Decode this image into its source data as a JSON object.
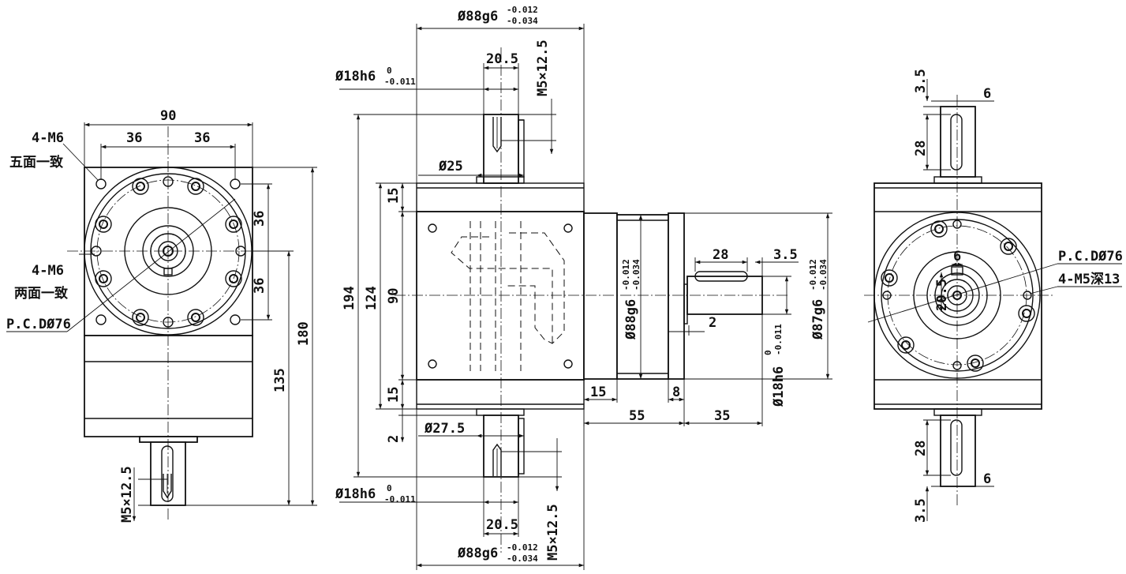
{
  "drawing": {
    "left_view": {
      "dim_width": "90",
      "dim_half_left": "36",
      "dim_half_right": "36",
      "dim_side_top": "36",
      "dim_side_bottom": "36",
      "dim_height_total": "180",
      "dim_height_body": "135",
      "label_holes_top": "4-M6",
      "label_holes_top_note": "五面一致",
      "label_holes_side": "4-M6",
      "label_holes_side_note": "两面一致",
      "label_pcd": "P.C.DØ76",
      "label_shaft_thread": "M5×12.5"
    },
    "center_view": {
      "dim_top_dia": "Ø88g6",
      "dim_top_dia_tol_upper": "-0.012",
      "dim_top_dia_tol_lower": "-0.034",
      "dim_top_key": "20.5",
      "dim_top_thread": "M5×12.5",
      "dim_top_shaft": "Ø18h6",
      "dim_top_shaft_tol_upper": "0",
      "dim_top_shaft_tol_lower": "-0.011",
      "dim_top_boss": "Ø25",
      "dim_left_15_top": "15",
      "dim_left_194": "194",
      "dim_left_124": "124",
      "dim_left_90": "90",
      "dim_left_15_bottom": "15",
      "dim_left_2": "2",
      "dim_bottom_boss": "Ø27.5",
      "dim_bottom_shaft": "Ø18h6",
      "dim_bottom_shaft_tol_upper": "0",
      "dim_bottom_shaft_tol_lower": "-0.011",
      "dim_bottom_key": "20.5",
      "dim_bottom_dia": "Ø88g6",
      "dim_bottom_dia_tol_upper": "-0.012",
      "dim_bottom_dia_tol_lower": "-0.034",
      "dim_bottom_thread": "M5×12.5",
      "dim_flange_dia": "Ø88g6",
      "dim_flange_dia_tol_upper": "-0.012",
      "dim_flange_dia_tol_lower": "-0.034",
      "dim_key_len": "28",
      "dim_key_off": "3.5",
      "dim_shoulder": "2",
      "dim_pilot_dia": "Ø87g6",
      "dim_pilot_tol_upper": "-0.012",
      "dim_pilot_tol_lower": "-0.034",
      "dim_out_shaft": "Ø18h6",
      "dim_out_shaft_tol_upper": "0",
      "dim_out_shaft_tol_lower": "-0.011",
      "dim_15": "15",
      "dim_8": "8",
      "dim_55": "55",
      "dim_35": "35"
    },
    "right_view": {
      "dim_top_off": "3.5",
      "dim_top_key_w": "6",
      "dim_top_key_len": "28",
      "dim_bottom_key_len": "28",
      "dim_bottom_key_w": "6",
      "dim_bottom_off": "3.5",
      "dim_key_height": "20.5",
      "dim_key_width": "6",
      "label_pcd": "P.C.DØ76",
      "label_holes": "4-M5深13"
    }
  }
}
